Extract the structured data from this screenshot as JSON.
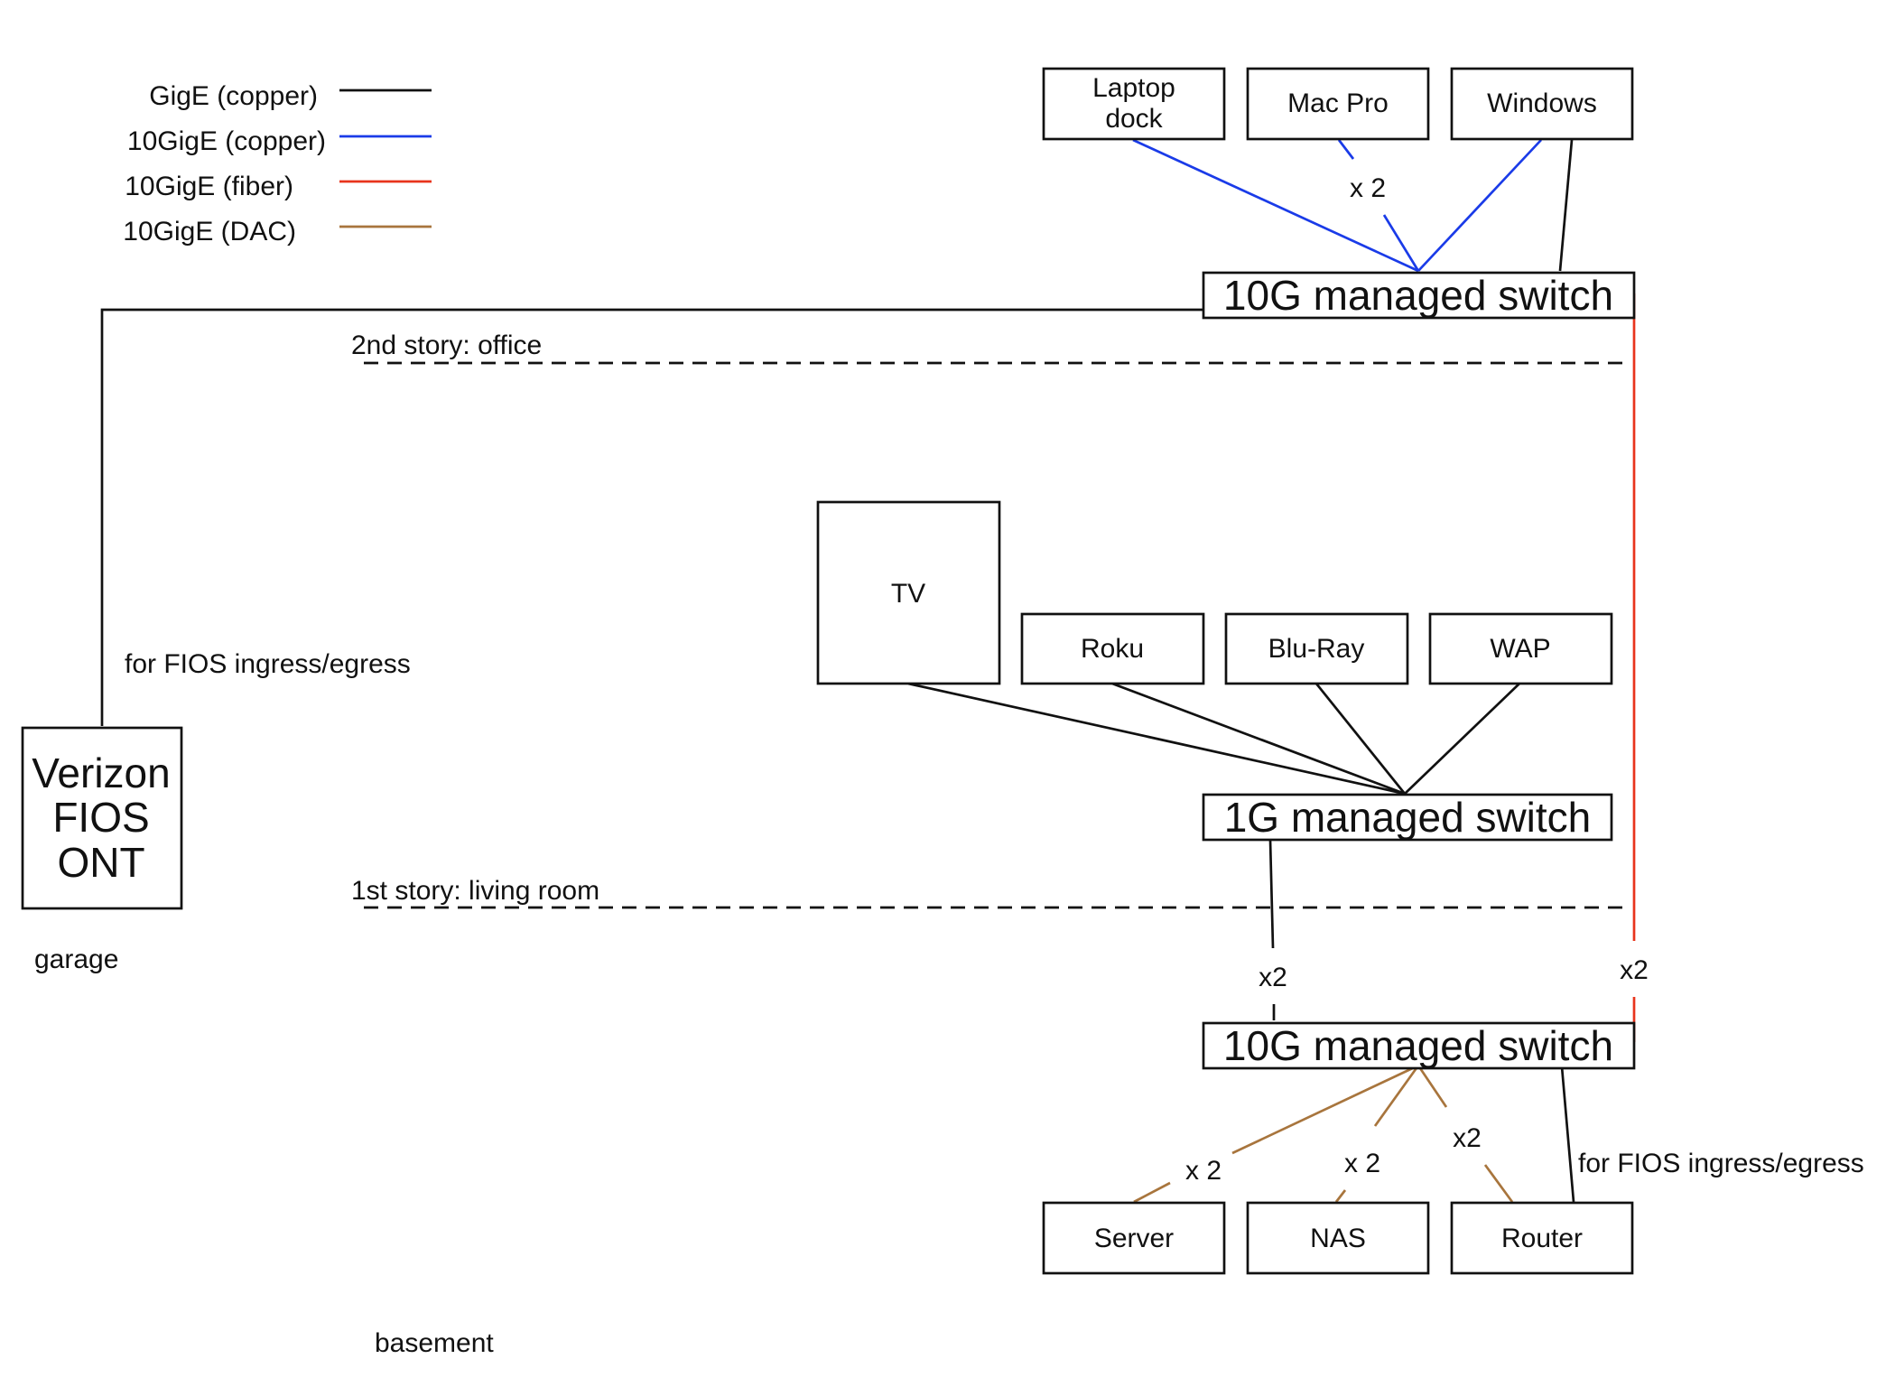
{
  "colors": {
    "gige_copper": "#111111",
    "tengige_copper": "#1a3be8",
    "tengige_fiber": "#e8341c",
    "tengige_dac": "#a8753d"
  },
  "legend": [
    {
      "label": "GigE (copper)"
    },
    {
      "label": "10GigE (copper)"
    },
    {
      "label": "10GigE (fiber)"
    },
    {
      "label": "10GigE (DAC)"
    }
  ],
  "floors": {
    "second": "2nd story: office",
    "first": "1st story: living room",
    "garage": "garage",
    "basement": "basement"
  },
  "devices": {
    "laptop_dock": [
      "Laptop",
      "dock"
    ],
    "mac_pro": "Mac Pro",
    "windows": "Windows",
    "switch_office": "10G managed switch",
    "tv": "TV",
    "roku": "Roku",
    "bluray": "Blu-Ray",
    "wap": "WAP",
    "switch_living": "1G managed switch",
    "ont": [
      "Verizon",
      "FIOS",
      "ONT"
    ],
    "switch_basement": "10G managed switch",
    "server": "Server",
    "nas": "NAS",
    "router": "Router"
  },
  "link_labels": {
    "macpro_x2": "x 2",
    "living_uplink_x2": "x2",
    "fiber_x2": "x2",
    "server_x2": "x 2",
    "nas_x2": "x 2",
    "router_x2": "x2",
    "fios_ont": "for FIOS ingress/egress",
    "fios_router": "for FIOS ingress/egress"
  }
}
